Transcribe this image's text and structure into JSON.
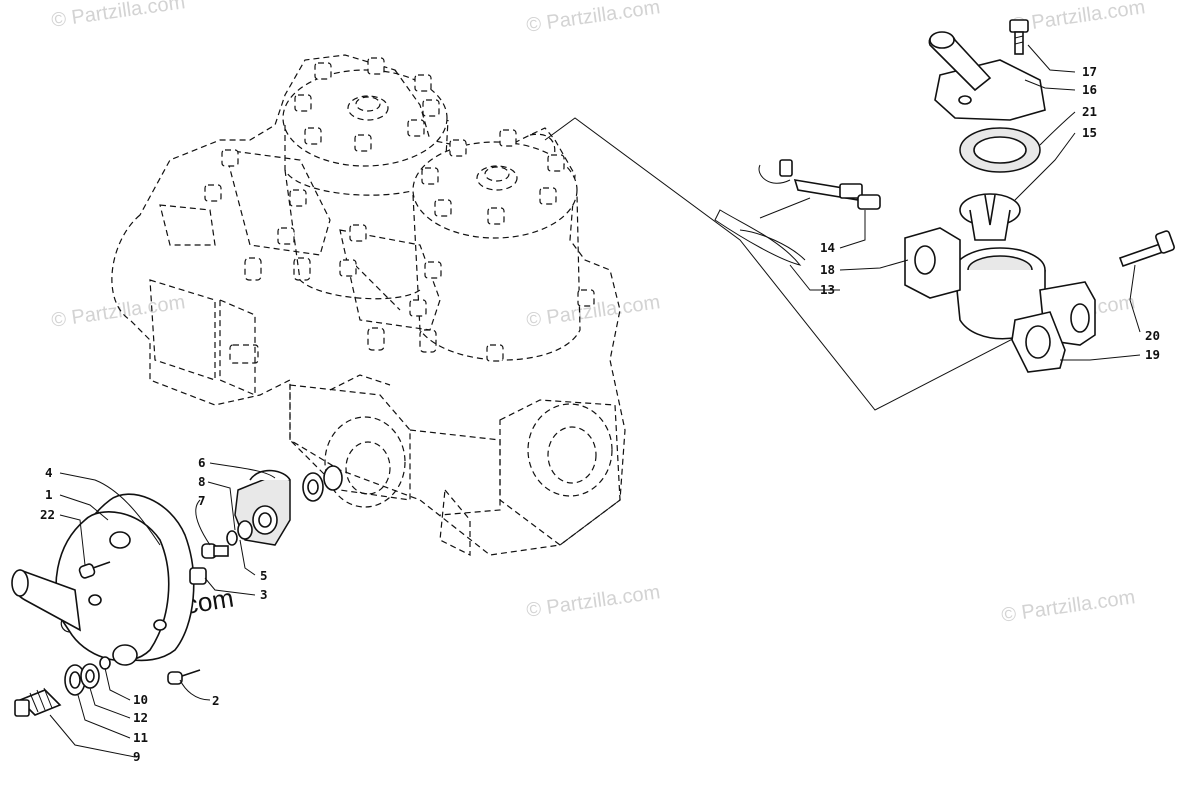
{
  "watermarks": {
    "light": "© Partzilla.com",
    "dark": "© Partzilla.com"
  },
  "callouts": {
    "c1": "1",
    "c2": "2",
    "c3": "3",
    "c4": "4",
    "c5": "5",
    "c6": "6",
    "c7": "7",
    "c8": "8",
    "c9": "9",
    "c10": "10",
    "c11": "11",
    "c12": "12",
    "c13": "13",
    "c14": "14",
    "c15": "15",
    "c16": "16",
    "c17": "17",
    "c18": "18",
    "c19": "19",
    "c20": "20",
    "c21": "21",
    "c22": "22"
  },
  "colors": {
    "line": "#111111",
    "watermark": "#d3d3d3",
    "background": "#ffffff"
  }
}
